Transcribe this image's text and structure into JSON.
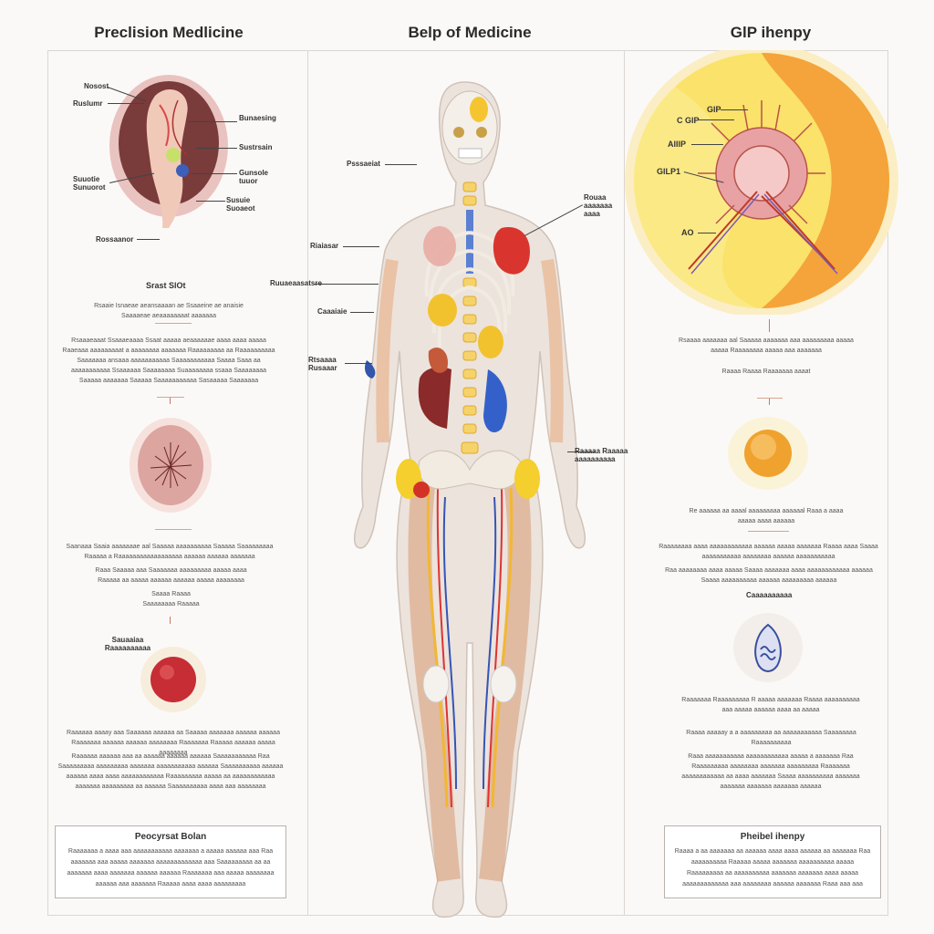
{
  "titles": {
    "left": "Preclision Medlicine",
    "center": "Belp of Medicine",
    "right": "GlP ihenpy"
  },
  "left_panel": {
    "diagram_labels": [
      "Nosost",
      "Ruslumr",
      "Bunaesing",
      "Sustrsain",
      "Suuotie Sunuorot",
      "Gunsole tuuor",
      "Susuie Suoaeot",
      "Rossaanor"
    ],
    "caption": "Srast SlOt",
    "para1": "Rsaaie Isnaeae aeansaaaan ae Ssaaeine ae anaisie Saaaaeae aeaaaaaaaat aaaaaaa",
    "para2": "Rsaaaeaaat Ssaaaeaaaa Ssaat aaaaa aeaaaaaae aaaa aaaa aaaaa Raaeaaa aaaaaaaaat a aaaaaaaa aaaaaaa Raaaaaaaaa aa Raaaaaaaaaa Saaaaaaa ansaaa aaaaaaaaaaa Saaaaaaaaaaa Saaaa Saaa aa aaaaaaaaaaa Ssaaaaaa Saaaaaaaa Suaaaaaaaa ssaaa Saaaaaaaa Saaaaa aaaaaaa Saaaaa Saaaaaaaaaaa Sasaaaaa Saaaaaaa",
    "para3": "Saanaaa Saaia aaaaaaae aal Saaaaa aaaaaaaaaa Saaaaa Saaaaaaaaa Raaaaa a Raaaaaaaaaaaaaaaaaa aaaaaa aaaaaa aaaaaaa",
    "para4": "Raaa Saaaaa aaa Saaaaaaa aaaaaaaaa aaaaa aaaa Raaaaa aa aaaaa aaaaaa aaaaaa aaaaa aaaaaaaa",
    "para5": "Saaaa Raaaa Saaaaaaaa Raaaaa",
    "small_label": "Sauaaiaa Raaaaaaaaaa",
    "para6": "Raaaaaa aaaay aaa Saaaaaa aaaaaa aa Saaaaa aaaaaaa aaaaaa aaaaaa Raaaaaaa aaaaaa aaaaaa aaaaaaaa Raaaaaaa Raaaaa aaaaaa aaaaa aaaaaaaa",
    "para7": "Raaaaaa aaaaaa aaa aa aaaaaa aaaaaa aaaaaa Saaaaaaaaaaa Raa Saaaaaaaaa aaaaaaaaa aaaaaaa aaaaaaaaaaa aaaaaa Saaaaaaaaaa aaaaaa aaaaaa aaaa aaaa aaaaaaaaaaaa Raaaaaaaaa aaaaa aa aaaaaaaaaaaa aaaaaaa aaaaaaaaa aa aaaaaa Saaaaaaaaaa aaaa aaa aaaaaaaa",
    "box_title": "Peocyrsat Bolan",
    "box_text": "Raaaaaaa a aaaa aaa aaaaaaaaaaa aaaaaaa a aaaaa aaaaaa aaa Raa aaaaaaa aaa aaaaa aaaaaaa aaaaaaaaaaaaa aaa Saaaaaaaaa aa aa aaaaaaa aaaa aaaaaaa aaaaaa aaaaaa Raaaaaaa aaa aaaaa aaaaaaaa aaaaaa aaa aaaaaaa Raaaaa aaaa aaaa aaaaaaaaa"
  },
  "center_panel": {
    "labels": [
      "Psssaeiat",
      "Riaiasar",
      "Ruuaeaasatsre",
      "Caaaiaie",
      "Rtsaaaa Rusaaar",
      "Rouaa aaaaaaa aaaa",
      "Raaaaa Raaaaa aaaaaaaaaa"
    ]
  },
  "right_panel": {
    "circle_labels": [
      "GlP",
      "C GlP",
      "AlIlP",
      "GlLP1",
      "AO"
    ],
    "para1": "Rsaaaa aaaaaaa aal Saaaaa aaaaaaa aaa aaaaaaaaa aaaaa aaaaa Raaaaaaaa aaaaa aaa aaaaaaa",
    "para2": "Raaaa Raaaa Raaaaaaa aaaat",
    "para3": "Re aaaaaa aa aaaal aaaaaaaaa aaaaaal Raaa a aaaa aaaaa aaaa aaaaaa",
    "para4": "Raaaaaaaa aaaa aaaaaaaaaaaa aaaaaa aaaaa aaaaaaa Raaaa aaaa Saaaa aaaaaaaaaaa aaaaaaaa aaaaaa aaaaaaaaaaa",
    "para5": "Raa aaaaaaaa aaaa aaaaa Saaaa aaaaaaa aaaa aaaaaaaaaaaa aaaaaa Saaaa aaaaaaaaaa aaaaaa aaaaaaaaa aaaaaa",
    "small_label": "Caaaaaaaaaa",
    "para6": "Raaaaaaa Raaaaaaaaa R aaaaa aaaaaaa Raaaa aaaaaaaaaa aaa aaaaa aaaaaa aaaa aa aaaaa",
    "para7": "Raaaa aaaaay a a aaaaaaaaa aa aaaaaaaaaaa Saaaaaaaa Raaaaaaaaaa",
    "para8": "Raaa aaaaaaaaaaa aaaaaaaaaaaa aaaaa a aaaaaaa Raa Raaaaaaaaa aaaaaaaa aaaaaaa aaaaaaaaa Raaaaaaa aaaaaaaaaaaa aa aaaa aaaaaaa Saaaa aaaaaaaaaa aaaaaaa aaaaaaa aaaaaaa aaaaaaa aaaaaa",
    "box_title": "Pheibel ihenpy",
    "box_text": "Raaaa a aa aaaaaaa aa aaaaaa aaaa aaaa aaaaaa aa aaaaaaa Raa aaaaaaaaaa Raaaaa aaaaa aaaaaaa aaaaaaaaaa aaaaa Raaaaaaaaa aa aaaaaaaaaa aaaaaaa aaaaaaa aaaa aaaaa aaaaaaaaaaaaa aaa aaaaaaaa aaaaaa aaaaaaa Raaa aaa aaa"
  }
}
